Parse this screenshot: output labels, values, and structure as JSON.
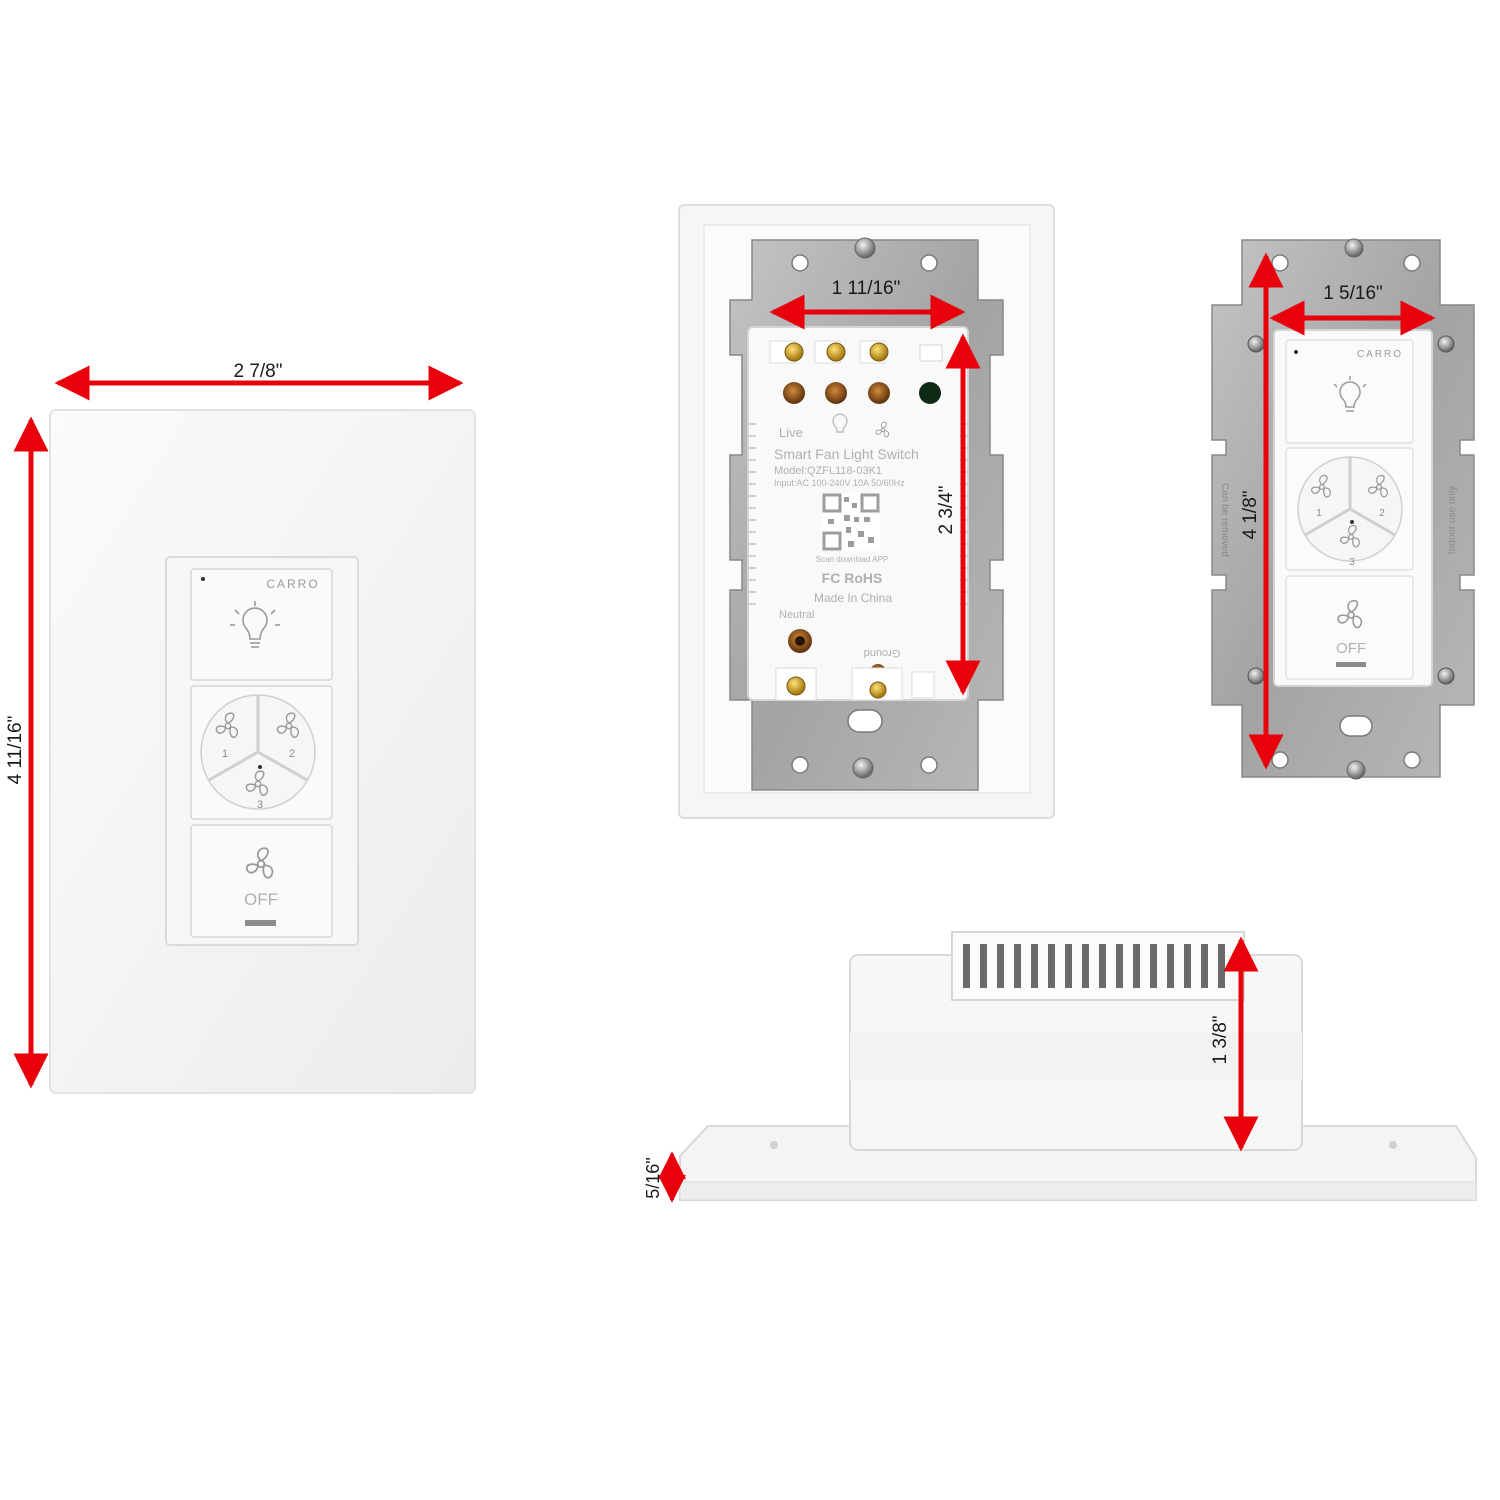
{
  "dimensions": {
    "front_width": "2 7/8\"",
    "front_height": "4 11/16\"",
    "back_module_width": "1 11/16\"",
    "back_module_height": "2 3/4\"",
    "strap_switch_width": "1 5/16\"",
    "strap_switch_height": "4 1/8\"",
    "side_depth": "1 3/8\"",
    "plate_thickness": "5/16\""
  },
  "switch_face": {
    "brand": "CARRO",
    "speed_1": "1",
    "speed_2": "2",
    "speed_3": "3",
    "off_label": "OFF"
  },
  "back_module": {
    "live_label": "Live",
    "product_name": "Smart Fan Light Switch",
    "model": "Model:QZFL118-03K1",
    "input": "Input:AC 100-240V 10A 50/60Hz",
    "scan_label": "Scan download APP",
    "certifications": "FC RoHS",
    "origin": "Made In China",
    "neutral_label": "Neutral",
    "ground_label": "Ground"
  },
  "strap_markings": {
    "left": "Can be removed",
    "right": "Indoor use only"
  },
  "colors": {
    "arrow_red": "#e8000b",
    "plate_white": "#f4f4f4",
    "metal_grey": "#a9a9a9",
    "brass": "#c9a227"
  },
  "icons": [
    "bulb-icon",
    "fan-icon",
    "off-fan-icon",
    "qr-code-icon",
    "screw-icon"
  ]
}
